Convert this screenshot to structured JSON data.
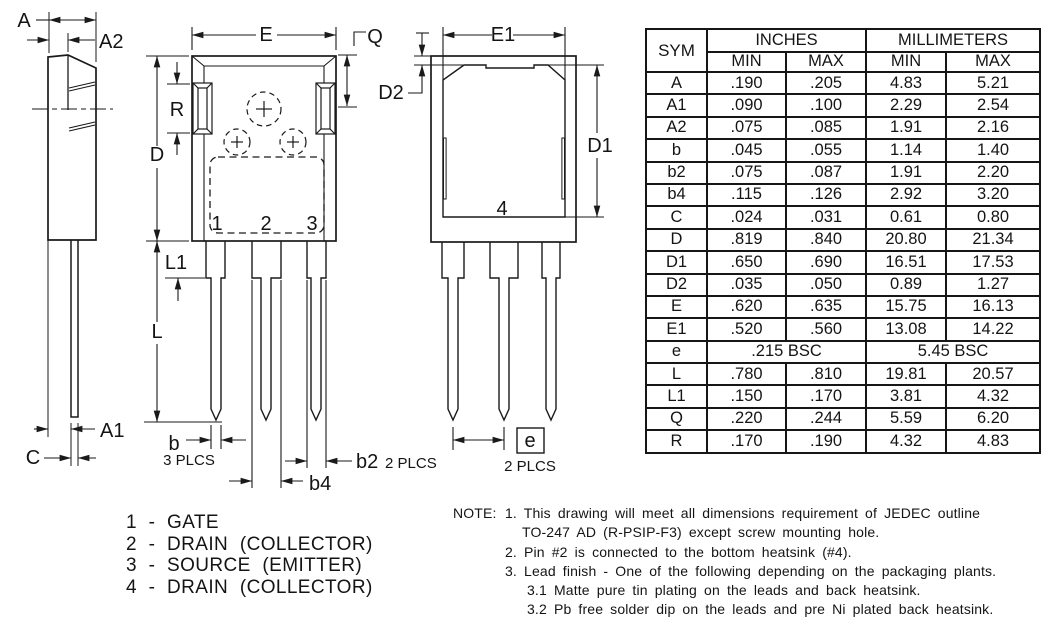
{
  "colors": {
    "line": "#1a1a1a",
    "background": "#ffffff"
  },
  "views": {
    "side": {
      "dims": {
        "A": "A",
        "A2": "A2",
        "A1": "A1",
        "C": "C"
      }
    },
    "front": {
      "dims": {
        "E": "E",
        "Q": "Q",
        "R": "R",
        "D": "D",
        "L1": "L1",
        "L": "L",
        "b": "b",
        "b_plcs": "3 PLCS",
        "b2": "b2",
        "b2_plcs": "2 PLCS",
        "b4": "b4"
      },
      "pins": {
        "p1": "1",
        "p2": "2",
        "p3": "3"
      }
    },
    "back": {
      "dims": {
        "E1": "E1",
        "D2": "D2",
        "D1": "D1",
        "e": "e",
        "e_plcs": "2 PLCS"
      },
      "pins": {
        "p4": "4"
      }
    }
  },
  "table": {
    "headers": {
      "sym": "SYM",
      "inches": "INCHES",
      "millimeters": "MILLIMETERS",
      "min": "MIN",
      "max": "MAX"
    },
    "rows": [
      {
        "sym": "A",
        "in_min": ".190",
        "in_max": ".205",
        "mm_min": "4.83",
        "mm_max": "5.21"
      },
      {
        "sym": "A1",
        "in_min": ".090",
        "in_max": ".100",
        "mm_min": "2.29",
        "mm_max": "2.54"
      },
      {
        "sym": "A2",
        "in_min": ".075",
        "in_max": ".085",
        "mm_min": "1.91",
        "mm_max": "2.16"
      },
      {
        "sym": "b",
        "in_min": ".045",
        "in_max": ".055",
        "mm_min": "1.14",
        "mm_max": "1.40"
      },
      {
        "sym": "b2",
        "in_min": ".075",
        "in_max": ".087",
        "mm_min": "1.91",
        "mm_max": "2.20"
      },
      {
        "sym": "b4",
        "in_min": ".115",
        "in_max": ".126",
        "mm_min": "2.92",
        "mm_max": "3.20"
      },
      {
        "sym": "C",
        "in_min": ".024",
        "in_max": ".031",
        "mm_min": "0.61",
        "mm_max": "0.80"
      },
      {
        "sym": "D",
        "in_min": ".819",
        "in_max": ".840",
        "mm_min": "20.80",
        "mm_max": "21.34"
      },
      {
        "sym": "D1",
        "in_min": ".650",
        "in_max": ".690",
        "mm_min": "16.51",
        "mm_max": "17.53"
      },
      {
        "sym": "D2",
        "in_min": ".035",
        "in_max": ".050",
        "mm_min": "0.89",
        "mm_max": "1.27"
      },
      {
        "sym": "E",
        "in_min": ".620",
        "in_max": ".635",
        "mm_min": "15.75",
        "mm_max": "16.13"
      },
      {
        "sym": "E1",
        "in_min": ".520",
        "in_max": ".560",
        "mm_min": "13.08",
        "mm_max": "14.22"
      },
      {
        "sym": "e",
        "in": ".215 BSC",
        "mm": "5.45 BSC"
      },
      {
        "sym": "L",
        "in_min": ".780",
        "in_max": ".810",
        "mm_min": "19.81",
        "mm_max": "20.57"
      },
      {
        "sym": "L1",
        "in_min": ".150",
        "in_max": ".170",
        "mm_min": "3.81",
        "mm_max": "4.32"
      },
      {
        "sym": "Q",
        "in_min": ".220",
        "in_max": ".244",
        "mm_min": "5.59",
        "mm_max": "6.20"
      },
      {
        "sym": "R",
        "in_min": ".170",
        "in_max": ".190",
        "mm_min": "4.32",
        "mm_max": "4.83"
      }
    ]
  },
  "legend": {
    "lines": [
      "1 - GATE",
      "2 - DRAIN (COLLECTOR)",
      "3 - SOURCE (EMITTER)",
      "4 - DRAIN (COLLECTOR)"
    ]
  },
  "notes": {
    "label": "NOTE:",
    "lines": [
      "1. This drawing will meet all dimensions requirement of JEDEC outline",
      "TO-247 AD (R-PSIP-F3) except screw mounting hole.",
      "2. Pin #2 is connected to the bottom heatsink (#4).",
      "3. Lead finish - One of the following depending on the packaging plants.",
      "3.1 Matte pure tin plating on the leads and back heatsink.",
      "3.2 Pb free solder dip on the leads and pre Ni plated back heatsink."
    ]
  }
}
